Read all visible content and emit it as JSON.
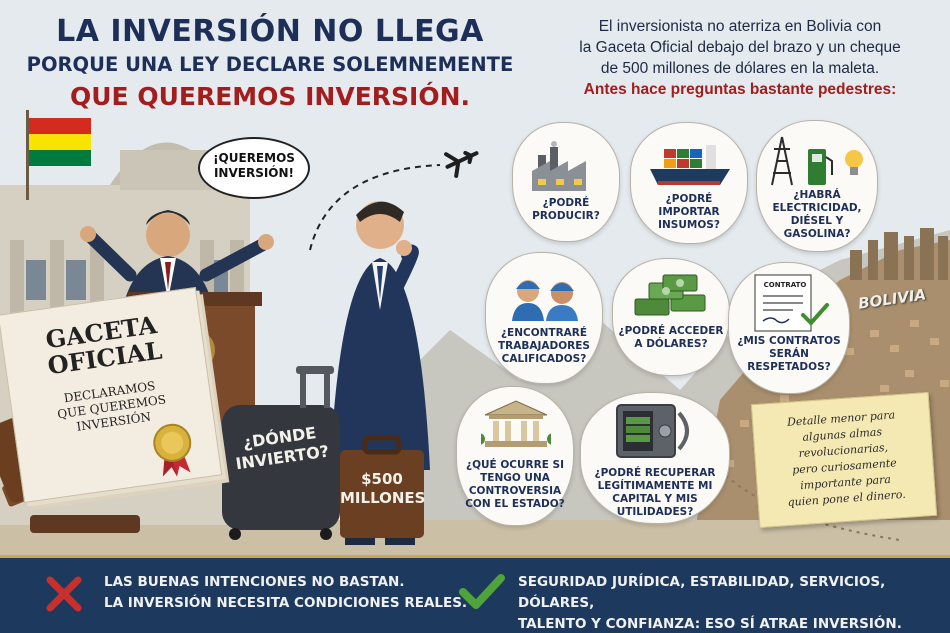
{
  "title": {
    "line1": "LA INVERSIÓN NO LLEGA",
    "line2": "PORQUE UNA LEY DECLARE SOLEMNEMENTE",
    "line3": "QUE QUEREMOS INVERSIÓN."
  },
  "intro": {
    "line1": "El inversionista no aterriza en Bolivia con",
    "line2": "la Gaceta Oficial debajo del brazo y un cheque",
    "line3": "de 500 millones de dólares en la maleta.",
    "highlight": "Antes hace preguntas bastante pedestres:"
  },
  "speech": {
    "line1": "¡QUEREMOS",
    "line2": "INVERSIÓN!"
  },
  "gaceta": {
    "title1": "GACETA",
    "title2": "OFICIAL",
    "decl1": "DECLARAMOS",
    "decl2": "QUE QUEREMOS",
    "decl3": "INVERSIÓN"
  },
  "suitcase": {
    "line1": "¿DÓNDE",
    "line2": "INVIERTO?"
  },
  "briefcase": {
    "line1": "$500",
    "line2": "MILLONES"
  },
  "questions": [
    {
      "l1": "¿PODRÉ",
      "l2": "PRODUCIR?",
      "l3": "",
      "l4": ""
    },
    {
      "l1": "¿PODRÉ",
      "l2": "IMPORTAR",
      "l3": "INSUMOS?",
      "l4": ""
    },
    {
      "l1": "¿HABRÁ",
      "l2": "ELECTRICIDAD,",
      "l3": "DIÉSEL Y",
      "l4": "GASOLINA?"
    },
    {
      "l1": "¿ENCONTRARÉ",
      "l2": "TRABAJADORES",
      "l3": "CALIFICADOS?",
      "l4": ""
    },
    {
      "l1": "¿PODRÉ ACCEDER",
      "l2": "A DÓLARES?",
      "l3": "",
      "l4": ""
    },
    {
      "l1": "¿MIS CONTRATOS",
      "l2": "SERÁN",
      "l3": "RESPETADOS?",
      "l4": ""
    },
    {
      "l1": "¿QUÉ OCURRE SI",
      "l2": "TENGO UNA",
      "l3": "CONTROVERSIA",
      "l4": "CON EL ESTADO?"
    },
    {
      "l1": "¿PODRÉ RECUPERAR",
      "l2": "LEGÍTIMAMENTE MI",
      "l3": "CAPITAL Y MIS",
      "l4": "UTILIDADES?"
    }
  ],
  "contract_label": "CONTRATO",
  "bolivia_label": "BOLIVIA",
  "note": {
    "line1": "Detalle menor para",
    "line2": "algunas almas",
    "line3": "revolucionarias,",
    "line4": "pero curiosamente",
    "line5": "importante para",
    "line6": "quien pone el dinero."
  },
  "footer": {
    "left_line1": "LAS BUENAS INTENCIONES NO BASTAN.",
    "left_line2": "LA INVERSIÓN NECESITA CONDICIONES REALES.",
    "right_line1": "SEGURIDAD JURÍDICA, ESTABILIDAD, SERVICIOS, DÓLARES,",
    "right_line2": "TALENTO Y CONFIANZA: ESO SÍ ATRAE INVERSIÓN.",
    "left_icon": "cross-icon",
    "right_icon": "check-icon"
  },
  "colors": {
    "navy": "#1d2f58",
    "red": "#a21d1d",
    "footer_bg": "#1d3a5e",
    "check": "#4fa33a",
    "cross": "#c9302c"
  }
}
